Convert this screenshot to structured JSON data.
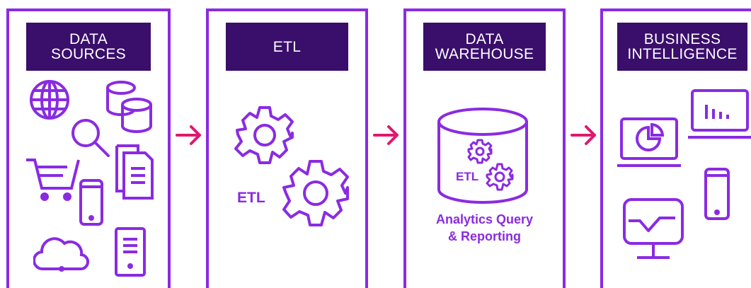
{
  "colors": {
    "panel_border": "#8a2be2",
    "header_bg": "#3a0e6b",
    "header_text": "#ffffff",
    "icon_stroke": "#8a2be2",
    "arrow": "#e0186e"
  },
  "panels": [
    {
      "header_lines": [
        "DATA",
        "SOURCES"
      ],
      "icons": [
        "globe-icon",
        "database-icon",
        "magnifier-icon",
        "shopping-cart-icon",
        "documents-icon",
        "smartphone-icon",
        "cloud-icon",
        "server-icon"
      ]
    },
    {
      "header_lines": [
        "ETL"
      ],
      "icons": [
        "gear-icon",
        "gear-icon"
      ],
      "label": "ETL"
    },
    {
      "header_lines": [
        "DATA",
        "WAREHOUSE"
      ],
      "icons": [
        "database-cylinder-icon",
        "gear-icon"
      ],
      "inner_label": "ETL",
      "caption_lines": [
        "Analytics Query",
        "& Reporting"
      ]
    },
    {
      "header_lines": [
        "BUSINESS",
        "INTELLIGENCE"
      ],
      "icons": [
        "laptop-bar-chart-icon",
        "laptop-pie-chart-icon",
        "smartphone-icon",
        "monitor-line-chart-icon"
      ]
    }
  ],
  "arrows": [
    "arrow-right-icon",
    "arrow-right-icon",
    "arrow-right-icon"
  ]
}
